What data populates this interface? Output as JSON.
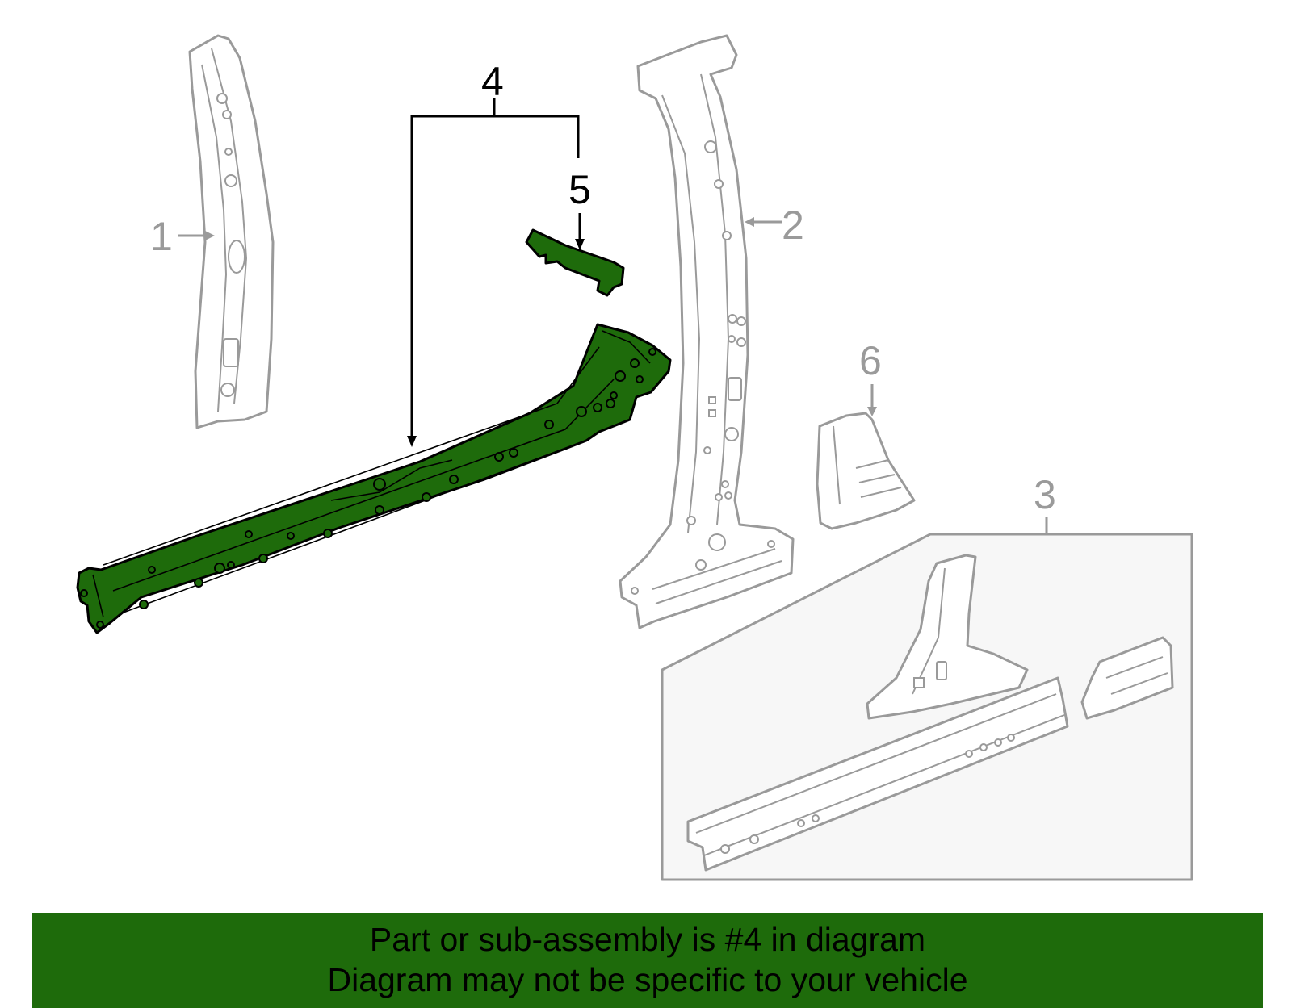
{
  "callouts": {
    "c1": "1",
    "c2": "2",
    "c3": "3",
    "c4": "4",
    "c5": "5",
    "c6": "6"
  },
  "highlight_color": "#1e6b0b",
  "outline_color": "#9a9a9a",
  "footer": {
    "line1": "Part or sub-assembly is #4 in diagram",
    "line2": "Diagram may not be specific to your vehicle"
  }
}
